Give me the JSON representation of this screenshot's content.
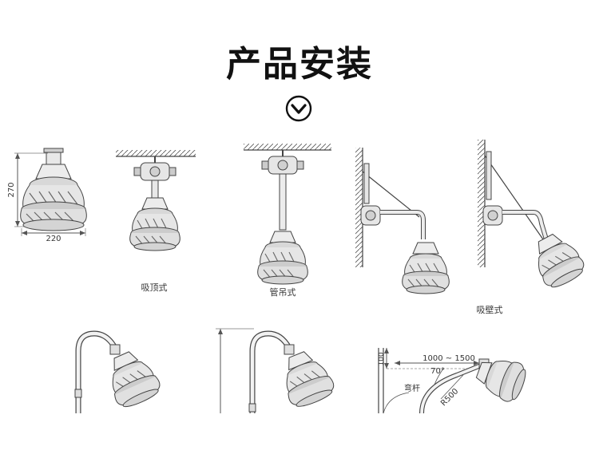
{
  "title": "产品安装",
  "icons": {
    "scroll": "chevron-down-circle-icon"
  },
  "figures": {
    "ceiling": {
      "label": "吸顶式",
      "dim_height": "270",
      "dim_width": "220"
    },
    "pendant": {
      "label": "管吊式"
    },
    "wall": {
      "label": "吸壁式"
    },
    "bracket": {
      "dim_vertical": "100",
      "dim_span": "1000 ~ 1500",
      "angle": "70°",
      "bend_label": "弯杆",
      "radius": "R500"
    }
  }
}
